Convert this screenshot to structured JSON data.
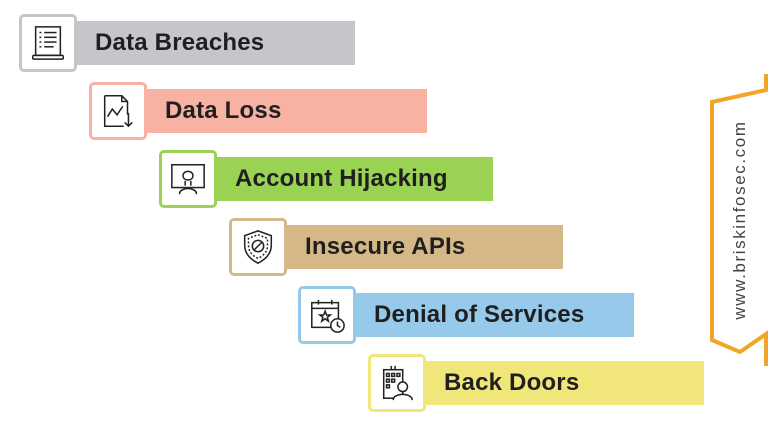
{
  "items": [
    {
      "label": "Data Breaches",
      "color": "#c4c6c9",
      "icon": "document-list-icon"
    },
    {
      "label": "Data Loss",
      "color": "#f8b2a3",
      "icon": "chart-down-icon"
    },
    {
      "label": "Account Hijacking",
      "color": "#9ad254",
      "icon": "user-monitor-icon"
    },
    {
      "label": "Insecure APIs",
      "color": "#d6b888",
      "icon": "shield-block-icon"
    },
    {
      "label": "Denial of Services",
      "color": "#97c9ea",
      "icon": "calendar-clock-icon"
    },
    {
      "label": "Back Doors",
      "color": "#f0e67a",
      "icon": "building-person-icon"
    }
  ],
  "banner": {
    "text": "www.briskinfosec.com",
    "color": "#f2a627"
  }
}
